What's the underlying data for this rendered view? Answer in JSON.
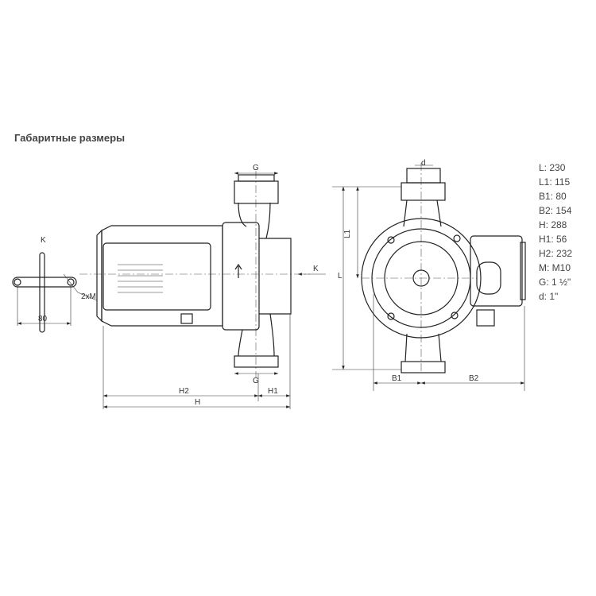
{
  "title": "Габаритные размеры",
  "specs": [
    "L: 230",
    "L1: 115",
    "B1: 80",
    "B2: 154",
    "H: 288",
    "H1: 56",
    "H2: 232",
    "M: M10",
    "G: 1 ½\"",
    "d: 1\""
  ],
  "labels": {
    "k_view": "K",
    "k_arrow": "K",
    "m_note": "2xM",
    "dim_80": "80",
    "g_top": "G",
    "g_bottom": "G",
    "h2": "H2",
    "h1": "H1",
    "h": "H",
    "d": "d",
    "l": "L",
    "l1": "L1",
    "b1": "B1",
    "b2": "B2"
  }
}
